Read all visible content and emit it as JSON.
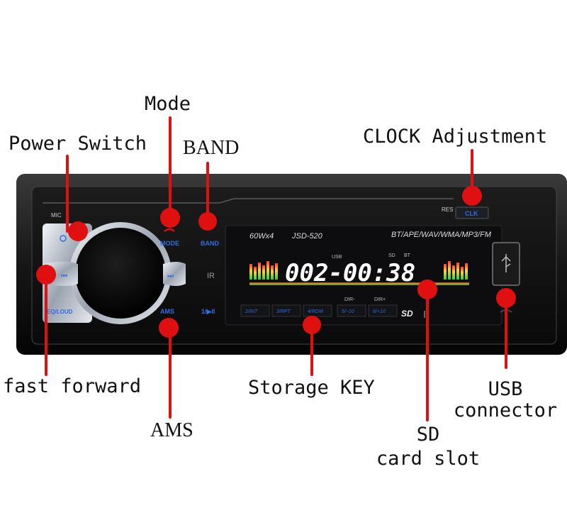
{
  "callouts": {
    "mode": "Mode",
    "power_switch": "Power Switch",
    "band": "BAND",
    "clock_adjustment": "CLOCK Adjustment",
    "fast_forward": "fast forward",
    "storage_key": "Storage KEY",
    "usb_connector_line1": "USB",
    "usb_connector_line2": "connector",
    "ams": "AMS",
    "sd_card_slot_line1": "SD",
    "sd_card_slot_line2": "card slot"
  },
  "device": {
    "mic": "MIC",
    "power_output": "60Wx4",
    "model": "JSD-520",
    "formats": "BT/APE/WAV/WMA/MP3/FM",
    "res": "RES",
    "clk": "CLK",
    "mode_btn": "MODE",
    "band_btn": "BAND",
    "ams_btn": "AMS",
    "play_btn": "1/▶II",
    "eq_btn": "EQ/LOUD",
    "ir": "IR",
    "usb_ind": "USB",
    "sd_ind": "SD",
    "bt_ind": "BT",
    "display": "002-00:38",
    "preset_int": "2/INT",
    "preset_rpt": "3/RPT",
    "preset_rdm": "4/RDM",
    "preset_dir_down": "5/−10",
    "preset_dir_up": "6/+10",
    "dir_minus": "DIR-",
    "dir_plus": "DIR+",
    "sd_logo": "SD"
  },
  "colors": {
    "marker": "#e01010",
    "button_label": "#2f6de0",
    "display_text": "#ffffff",
    "faceplate": "#111111"
  }
}
